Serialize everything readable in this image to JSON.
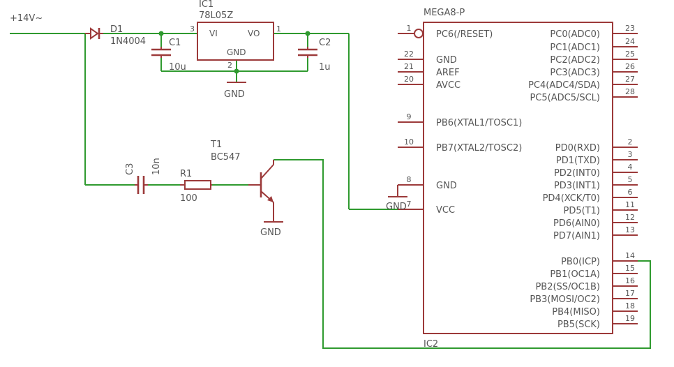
{
  "supply": {
    "label": "+14V~"
  },
  "d1": {
    "name": "D1",
    "value": "1N4004"
  },
  "c1": {
    "name": "C1",
    "value": "10u"
  },
  "c2": {
    "name": "C2",
    "value": "1u"
  },
  "c3": {
    "name": "C3",
    "value": "10n"
  },
  "r1": {
    "name": "R1",
    "value": "100"
  },
  "t1": {
    "name": "T1",
    "value": "BC547"
  },
  "ic1": {
    "name": "IC1",
    "value": "78L05Z",
    "pin_vi": "VI",
    "pin_vo": "VO",
    "pin_gnd": "GND",
    "pin1": "1",
    "pin2": "2",
    "pin3": "3"
  },
  "gnd": {
    "label": "GND"
  },
  "ic2": {
    "name": "IC2",
    "value": "MEGA8-P",
    "left_pins": [
      {
        "num": "1",
        "label": "PC6(/RESET)"
      },
      {
        "num": "22",
        "label": "GND"
      },
      {
        "num": "21",
        "label": "AREF"
      },
      {
        "num": "20",
        "label": "AVCC"
      },
      {
        "num": "9",
        "label": "PB6(XTAL1/TOSC1)"
      },
      {
        "num": "10",
        "label": "PB7(XTAL2/TOSC2)"
      },
      {
        "num": "8",
        "label": "GND"
      },
      {
        "num": "7",
        "label": "VCC"
      }
    ],
    "right_pins": [
      {
        "num": "23",
        "label": "PC0(ADC0)"
      },
      {
        "num": "24",
        "label": "PC1(ADC1)"
      },
      {
        "num": "25",
        "label": "PC2(ADC2)"
      },
      {
        "num": "26",
        "label": "PC3(ADC3)"
      },
      {
        "num": "27",
        "label": "PC4(ADC4/SDA)"
      },
      {
        "num": "28",
        "label": "PC5(ADC5/SCL)"
      },
      {
        "num": "2",
        "label": "PD0(RXD)"
      },
      {
        "num": "3",
        "label": "PD1(TXD)"
      },
      {
        "num": "4",
        "label": "PD2(INT0)"
      },
      {
        "num": "5",
        "label": "PD3(INT1)"
      },
      {
        "num": "6",
        "label": "PD4(XCK/T0)"
      },
      {
        "num": "11",
        "label": "PD5(T1)"
      },
      {
        "num": "12",
        "label": "PD6(AIN0)"
      },
      {
        "num": "13",
        "label": "PD7(AIN1)"
      },
      {
        "num": "14",
        "label": "PB0(ICP)"
      },
      {
        "num": "15",
        "label": "PB1(OC1A)"
      },
      {
        "num": "16",
        "label": "PB2(SS/OC1B)"
      },
      {
        "num": "17",
        "label": "PB3(MOSI/OC2)"
      },
      {
        "num": "18",
        "label": "PB4(MISO)"
      },
      {
        "num": "19",
        "label": "PB5(SCK)"
      }
    ]
  }
}
